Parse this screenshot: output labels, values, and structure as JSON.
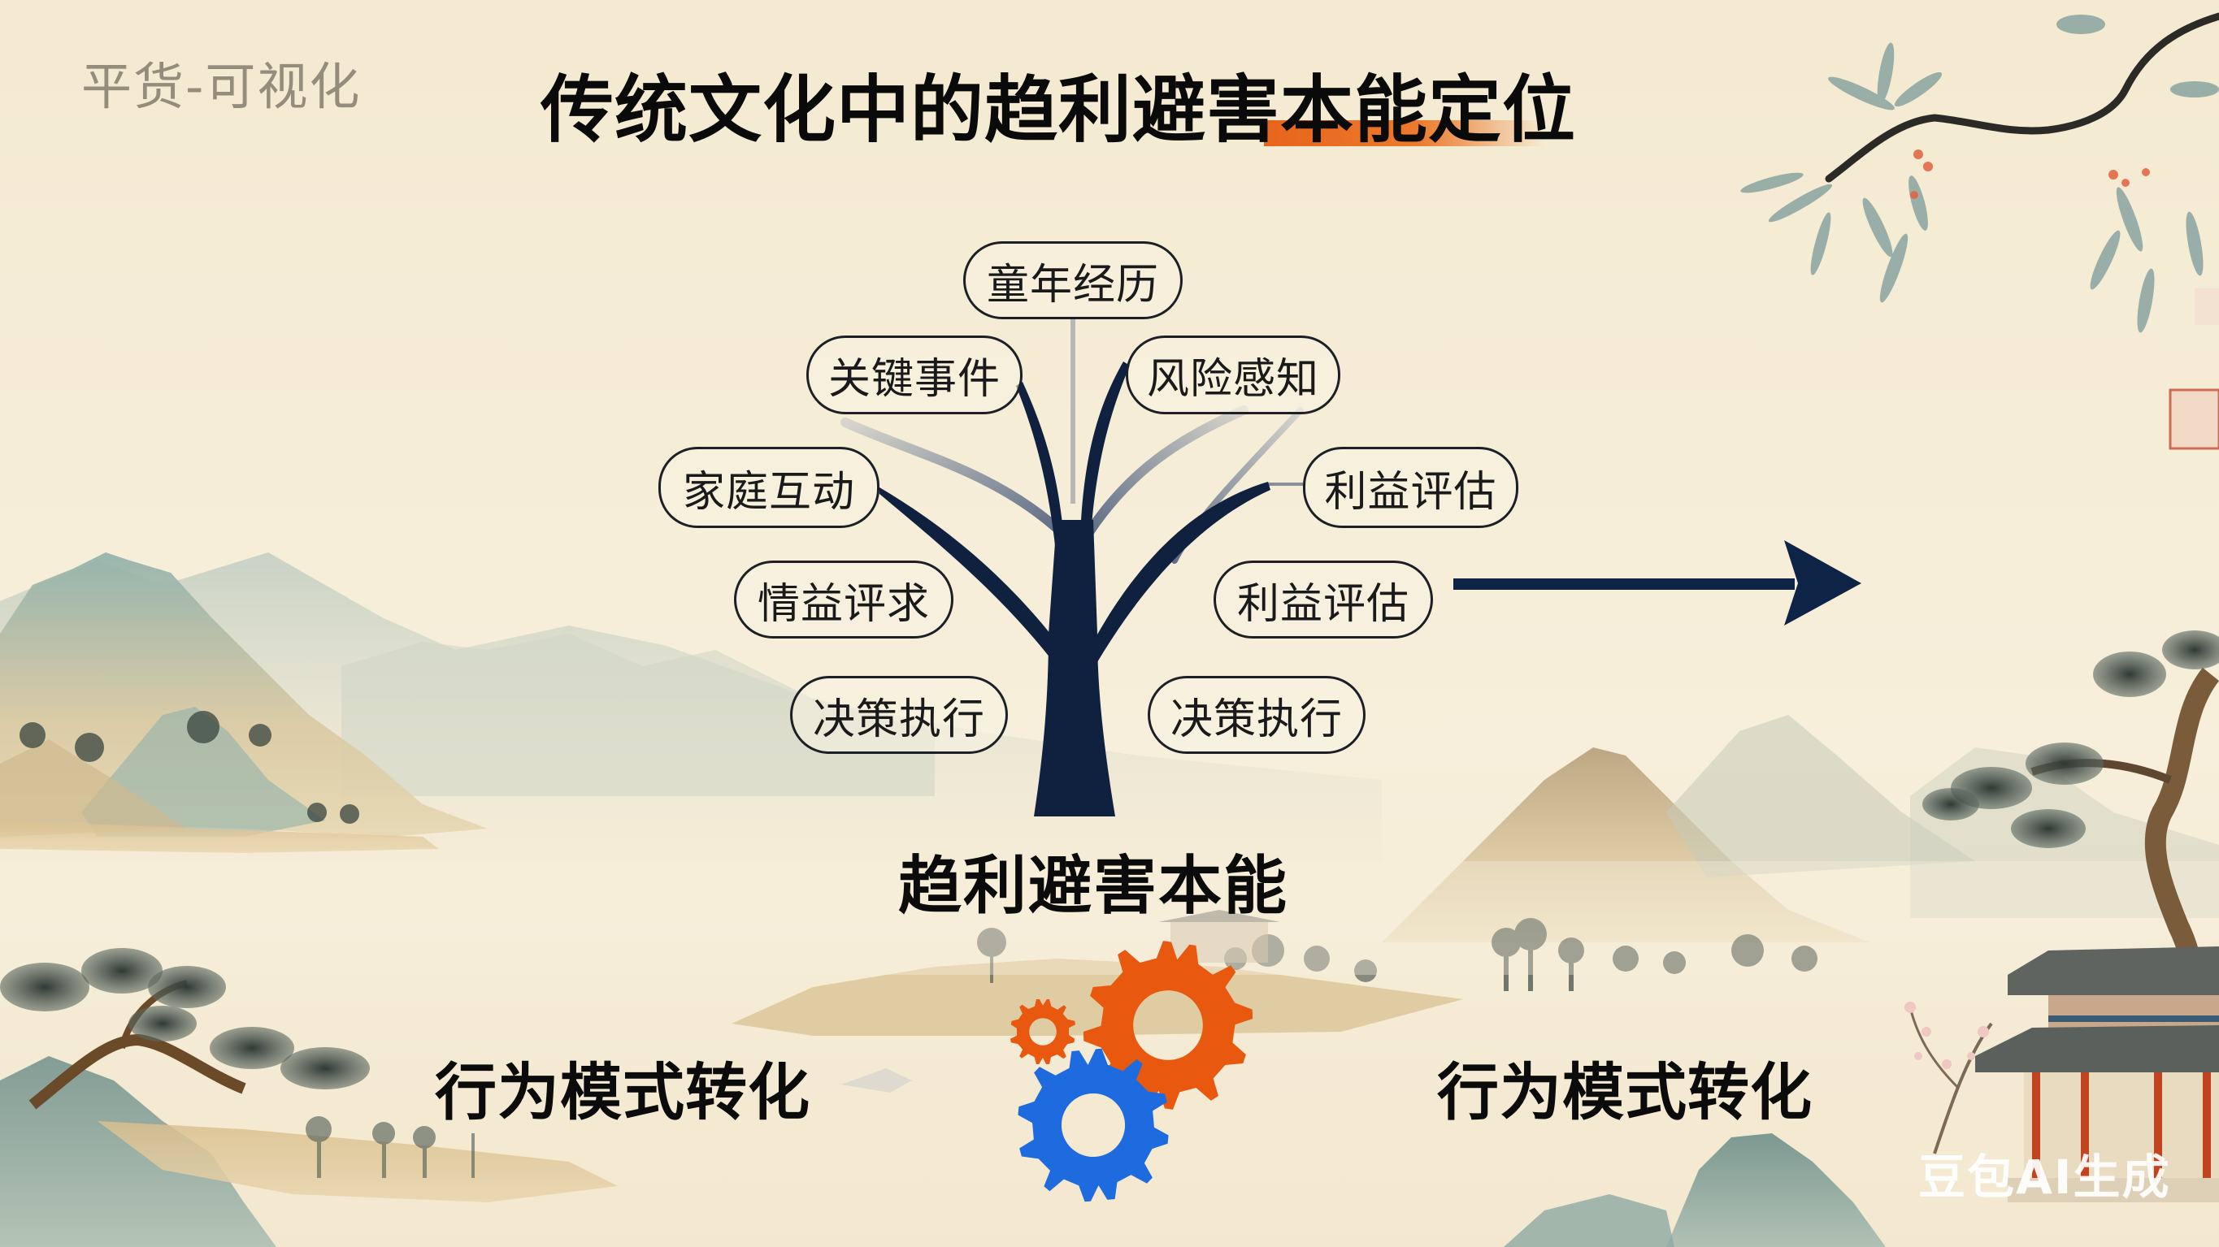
{
  "watermark_top": "平货-可视化",
  "title": {
    "text": "传统文化中的趋利避害本能定位",
    "highlight_color": "#e7641b"
  },
  "tree": {
    "root_label": "趋利避害本能",
    "trunk_color": "#0f213f",
    "nodes": [
      {
        "id": "childhood",
        "label": "童年经历",
        "side": "top"
      },
      {
        "id": "key-events",
        "label": "关键事件",
        "side": "left"
      },
      {
        "id": "risk-perception",
        "label": "风险感知",
        "side": "right"
      },
      {
        "id": "family-interaction",
        "label": "家庭互动",
        "side": "left"
      },
      {
        "id": "benefit-assessment-upper",
        "label": "利益评估",
        "side": "right"
      },
      {
        "id": "emotion-benefit",
        "label": "情益评求",
        "side": "left"
      },
      {
        "id": "benefit-assessment-lower",
        "label": "利益评估",
        "side": "right"
      },
      {
        "id": "decision-execution-left",
        "label": "决策执行",
        "side": "left"
      },
      {
        "id": "decision-execution-right",
        "label": "决策执行",
        "side": "right"
      }
    ]
  },
  "arrow": {
    "direction": "right",
    "color": "#0e2447"
  },
  "behavior_left": "行为模式转化",
  "behavior_right": "行为模式转化",
  "gears": {
    "small_color": "#e8580f",
    "large_color": "#e8580f",
    "blue_color": "#1e6be0"
  },
  "ai_watermark": "豆包AI生成"
}
